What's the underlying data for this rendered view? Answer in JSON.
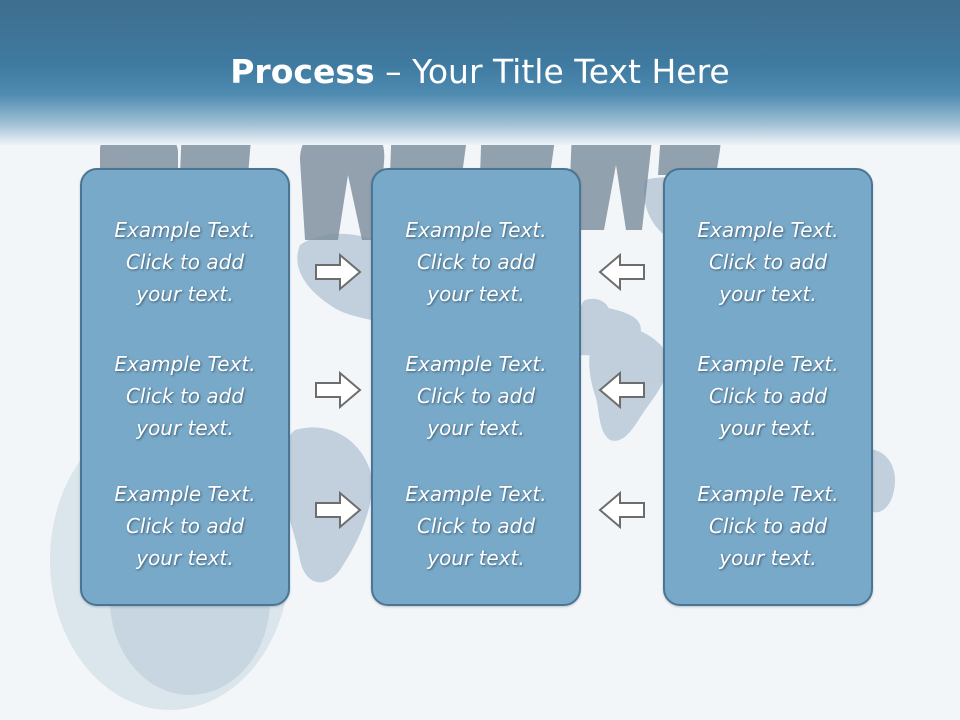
{
  "title": {
    "bold": "Process",
    "rest": " – Your Title Text Here"
  },
  "icons": {
    "right_arrow": "arrow-right-icon",
    "left_arrow": "arrow-left-icon"
  },
  "colors": {
    "header": "#3f7aa0",
    "box_fill": "#78a9c8",
    "box_border": "#4a7593",
    "text": "#ffffff"
  },
  "columns": [
    {
      "entries": [
        {
          "l1": "Example Text.",
          "l2": "Click  to add",
          "l3": "your text."
        },
        {
          "l1": "Example Text.",
          "l2": "Click  to add",
          "l3": "your text."
        },
        {
          "l1": "Example Text.",
          "l2": "Click  to add",
          "l3": "your text."
        }
      ]
    },
    {
      "entries": [
        {
          "l1": "Example Text.",
          "l2": "Click  to add",
          "l3": "your text."
        },
        {
          "l1": "Example Text.",
          "l2": "Click  to add",
          "l3": "your text."
        },
        {
          "l1": "Example Text.",
          "l2": "Click  to add",
          "l3": "your text."
        }
      ]
    },
    {
      "entries": [
        {
          "l1": "Example Text.",
          "l2": "Click  to add",
          "l3": "your text."
        },
        {
          "l1": "Example Text.",
          "l2": "Click  to add",
          "l3": "your text."
        },
        {
          "l1": "Example Text.",
          "l2": "Click  to add",
          "l3": "your text."
        }
      ]
    }
  ]
}
